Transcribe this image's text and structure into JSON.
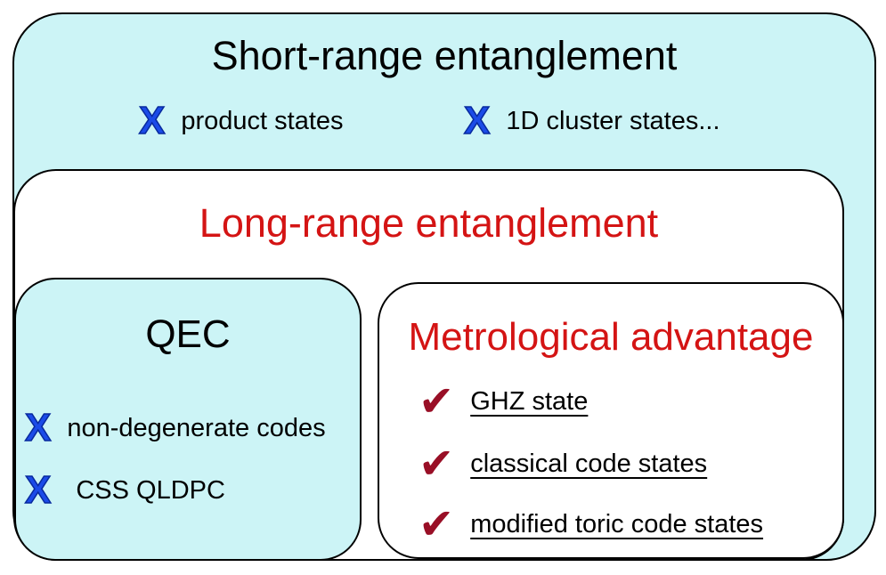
{
  "icons": {
    "x": "X",
    "check": "✔"
  },
  "colors": {
    "cyan_fill": "#ccf4f6",
    "white_fill": "#ffffff",
    "border": "#000000",
    "red_title": "#d41414",
    "x_blue": "#1b4be8",
    "check_dark_red": "#990f26",
    "text_black": "#000000"
  },
  "short_range": {
    "title": "Short-range entanglement",
    "items": [
      {
        "marker": "x-icon",
        "label": "product states"
      },
      {
        "marker": "x-icon",
        "label": "1D cluster states..."
      }
    ]
  },
  "long_range": {
    "title": "Long-range entanglement"
  },
  "qec": {
    "title": "QEC",
    "items": [
      {
        "marker": "x-icon",
        "label": "non-degenerate codes"
      },
      {
        "marker": "x-icon",
        "label": "CSS QLDPC"
      }
    ]
  },
  "metrological": {
    "title": "Metrological advantage",
    "items": [
      {
        "marker": "check-icon",
        "label": "GHZ state"
      },
      {
        "marker": "check-icon",
        "label": "classical code states"
      },
      {
        "marker": "check-icon",
        "label": "modified toric code states"
      }
    ]
  }
}
